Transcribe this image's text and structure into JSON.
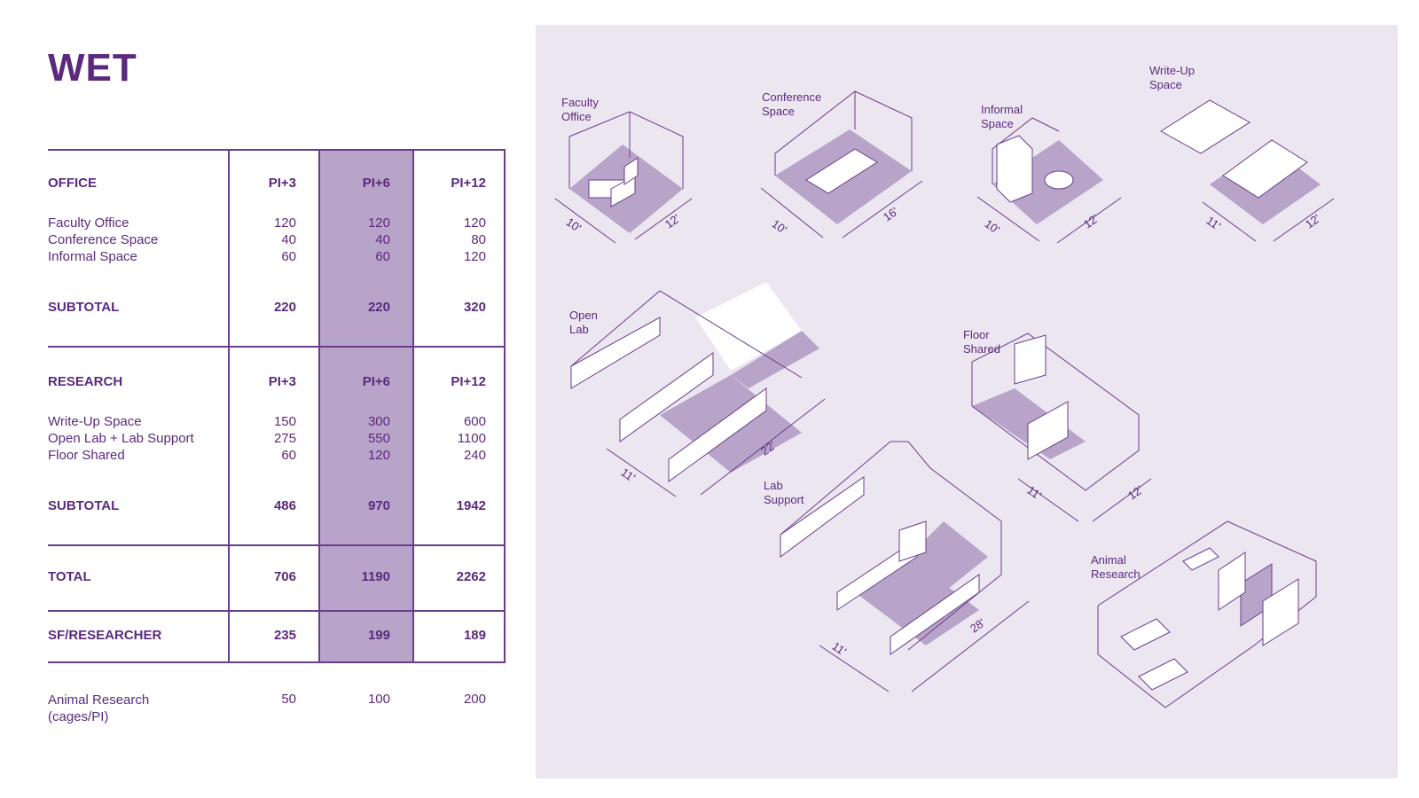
{
  "title": "WET",
  "table": {
    "office": {
      "header": "OFFICE",
      "columns": [
        "PI+3",
        "PI+6",
        "PI+12"
      ],
      "rows": [
        {
          "label": "Faculty Office",
          "values": [
            "120",
            "120",
            "120"
          ]
        },
        {
          "label": "Conference Space",
          "values": [
            "40",
            "40",
            "80"
          ]
        },
        {
          "label": "Informal Space",
          "values": [
            "60",
            "60",
            "120"
          ]
        }
      ],
      "subtotal": {
        "label": "SUBTOTAL",
        "values": [
          "220",
          "220",
          "320"
        ]
      }
    },
    "research": {
      "header": "RESEARCH",
      "columns": [
        "PI+3",
        "PI+6",
        "PI+12"
      ],
      "rows": [
        {
          "label": "Write-Up Space",
          "values": [
            "150",
            "300",
            "600"
          ]
        },
        {
          "label": "Open Lab + Lab Support",
          "values": [
            "275",
            "550",
            "1100"
          ]
        },
        {
          "label": "Floor Shared",
          "values": [
            "60",
            "120",
            "240"
          ]
        }
      ],
      "subtotal": {
        "label": "SUBTOTAL",
        "values": [
          "486",
          "970",
          "1942"
        ]
      }
    },
    "total": {
      "label": "TOTAL",
      "values": [
        "706",
        "1190",
        "2262"
      ]
    },
    "sf_per_researcher": {
      "label": "SF/RESEARCHER",
      "values": [
        "235",
        "199",
        "189"
      ]
    },
    "animal": {
      "label_line1": "Animal Research",
      "label_line2": "(cages/PI)",
      "values": [
        "50",
        "100",
        "200"
      ]
    }
  },
  "diagrams": {
    "faculty_office": {
      "label": "Faculty\nOffice",
      "dim_a": "10'",
      "dim_b": "12'"
    },
    "conference_space": {
      "label": "Conference\nSpace",
      "dim_a": "10'",
      "dim_b": "16'"
    },
    "informal_space": {
      "label": "Informal\nSpace",
      "dim_a": "10'",
      "dim_b": "12'"
    },
    "write_up_space": {
      "label": "Write-Up\nSpace",
      "dim_a": "11'",
      "dim_b": "12'"
    },
    "open_lab": {
      "label": "Open\nLab",
      "dim_a": "11'",
      "dim_b": "22'"
    },
    "floor_shared": {
      "label": "Floor\nShared",
      "dim_a": "11'",
      "dim_b": "12'"
    },
    "lab_support": {
      "label": "Lab\nSupport",
      "dim_a": "11'",
      "dim_b": "28'"
    },
    "animal_research": {
      "label": "Animal\nResearch"
    }
  },
  "colors": {
    "accent": "#5b2a7e",
    "highlight": "#b8a4c9",
    "panel": "#ece6f1",
    "line": "#6a3d8a"
  }
}
